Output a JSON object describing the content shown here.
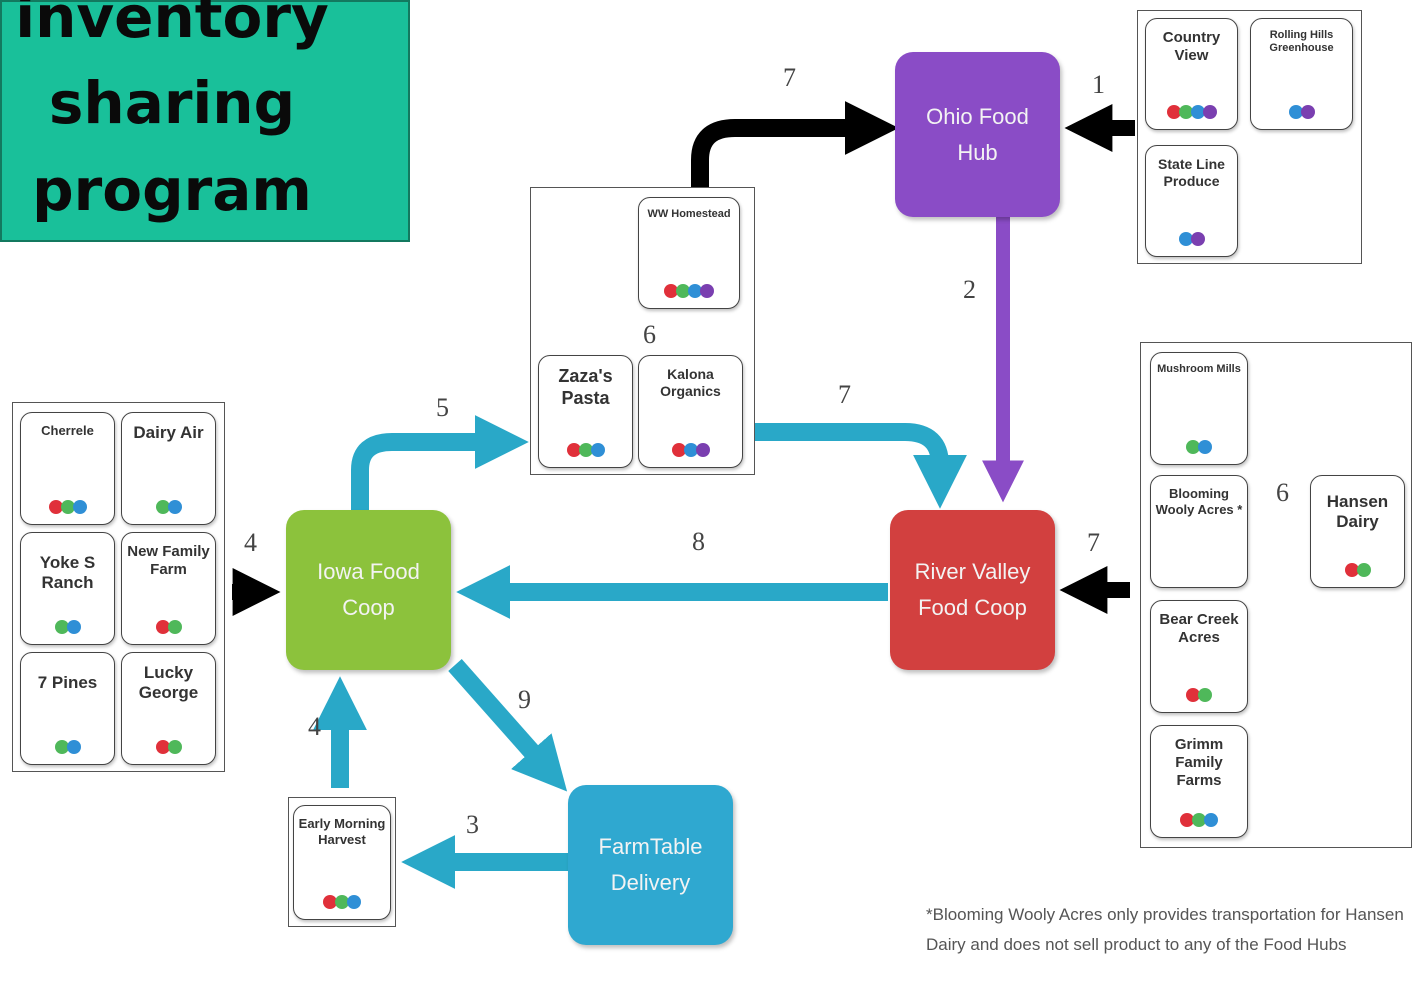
{
  "title": {
    "lines": [
      "inventory",
      "sharing",
      "program"
    ]
  },
  "colors": {
    "red": "#e0303a",
    "green": "#4fb85a",
    "blue": "#2f8fd6",
    "purple": "#7a3fb0",
    "teal": "#29b6c8"
  },
  "hubs": {
    "ohio": "Ohio Food Hub",
    "iowa": "Iowa Food Coop",
    "river": "River Valley Food Coop",
    "farmtable": "FarmTable Delivery"
  },
  "farms": {
    "country_view": {
      "name": "Country View",
      "dots": [
        "red",
        "green",
        "blue",
        "purple"
      ]
    },
    "rolling_hills": {
      "name": "Rolling Hills Greenhouse",
      "dots": [
        "blue",
        "purple"
      ]
    },
    "state_line": {
      "name": "State Line Produce",
      "dots": [
        "blue",
        "purple"
      ]
    },
    "ww_homestead": {
      "name": "WW Homestead",
      "dots": [
        "red",
        "green",
        "blue",
        "purple"
      ]
    },
    "zazas_pasta": {
      "name": "Zaza's Pasta",
      "dots": [
        "red",
        "green",
        "blue"
      ]
    },
    "kalona_organics": {
      "name": "Kalona Organics",
      "dots": [
        "red",
        "blue",
        "purple"
      ]
    },
    "cherrele": {
      "name": "Cherrele",
      "dots": [
        "red",
        "green",
        "blue"
      ]
    },
    "dairy_air": {
      "name": "Dairy Air",
      "dots": [
        "green",
        "blue"
      ]
    },
    "yoke_s_ranch": {
      "name": "Yoke S Ranch",
      "dots": [
        "green",
        "blue"
      ]
    },
    "new_family_farm": {
      "name": "New Family Farm",
      "dots": [
        "red",
        "green"
      ]
    },
    "seven_pines": {
      "name": "7 Pines",
      "dots": [
        "green",
        "blue"
      ]
    },
    "lucky_george": {
      "name": "Lucky George",
      "dots": [
        "red",
        "green"
      ]
    },
    "early_morning_harvest": {
      "name": "Early Morning Harvest",
      "dots": [
        "red",
        "green",
        "blue"
      ]
    },
    "mushroom_mills": {
      "name": "Mushroom Mills",
      "dots": [
        "green",
        "blue"
      ]
    },
    "blooming_wooly_acres": {
      "name": "Blooming Wooly Acres *",
      "dots": []
    },
    "bear_creek_acres": {
      "name": "Bear Creek Acres",
      "dots": [
        "red",
        "green"
      ]
    },
    "grimm_family_farms": {
      "name": "Grimm Family Farms",
      "dots": [
        "red",
        "green",
        "blue"
      ]
    },
    "hansen_dairy": {
      "name": "Hansen Dairy",
      "dots": [
        "red",
        "green"
      ]
    }
  },
  "route_labels": {
    "r1": "1",
    "r2": "2",
    "r3": "3",
    "r4a": "4",
    "r4b": "4",
    "r5": "5",
    "r6a": "6",
    "r6b": "6",
    "r7a": "7",
    "r7b": "7",
    "r7c": "7",
    "r8": "8",
    "r9": "9"
  },
  "footnote": "*Blooming Wooly Acres only provides transportation for Hansen Dairy and does not sell product to any of the Food Hubs"
}
